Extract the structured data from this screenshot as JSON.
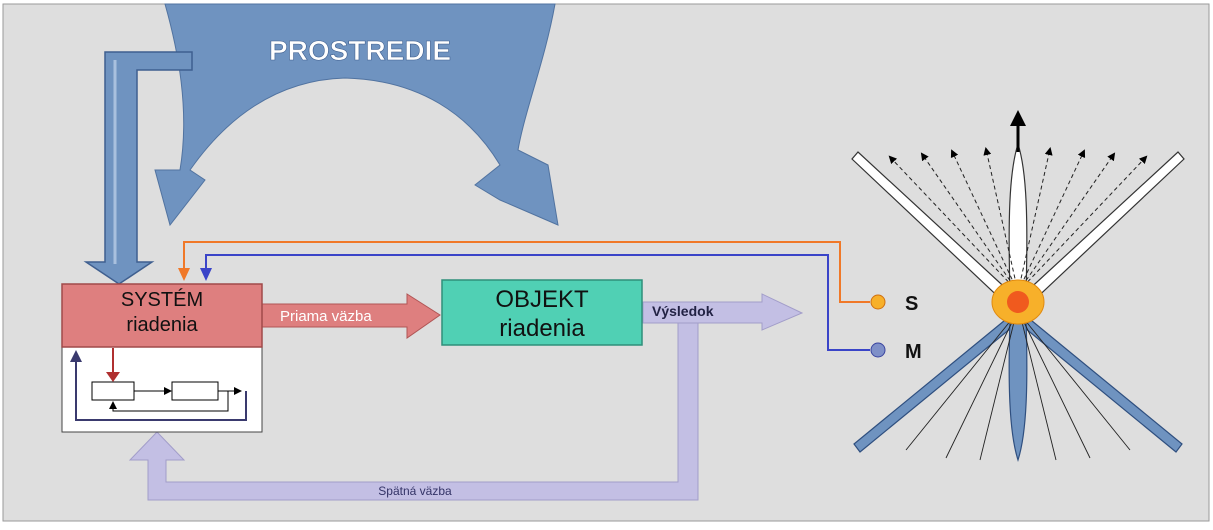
{
  "environment": {
    "label": "PROSTREDIE"
  },
  "control_system": {
    "line1": "SYSTÉM",
    "line2": "riadenia"
  },
  "controlled_object": {
    "line1": "OBJEKT",
    "line2": "riadenia"
  },
  "forward_link": {
    "label": "Priama väzba"
  },
  "output": {
    "label": "Výsledok"
  },
  "feedback_link": {
    "label": "Spätná väzba"
  },
  "terminals": {
    "s_label": "S",
    "m_label": "M"
  },
  "colors": {
    "background": "#dedede",
    "environment_blue": "#6f93c0",
    "system_red": "#de7f7f",
    "object_teal": "#50d0b4",
    "lavender": "#c3bfe4",
    "orange_line": "#f07828",
    "blue_line": "#3a44c8"
  }
}
